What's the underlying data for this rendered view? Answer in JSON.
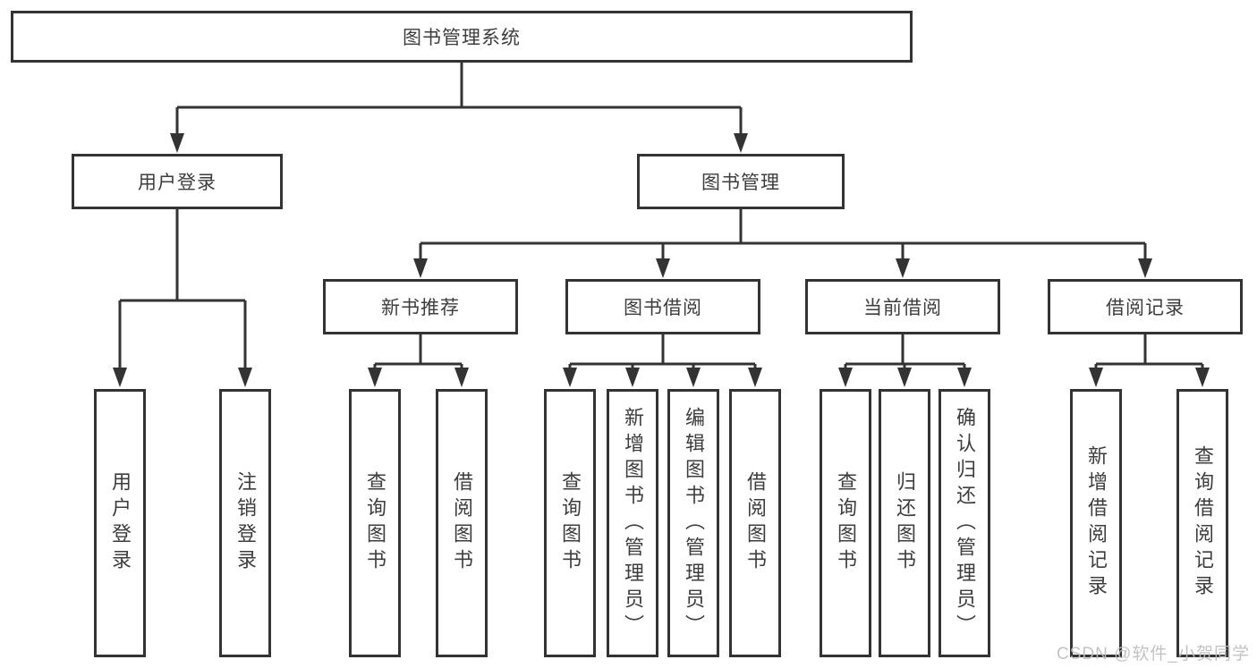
{
  "diagram": {
    "root": {
      "label": "图书管理系统"
    },
    "level2": {
      "login": {
        "label": "用户登录"
      },
      "management": {
        "label": "图书管理"
      }
    },
    "level3": {
      "recommend": {
        "label": "新书推荐"
      },
      "borrow": {
        "label": "图书借阅"
      },
      "current": {
        "label": "当前借阅"
      },
      "records": {
        "label": "借阅记录"
      }
    },
    "leaves": {
      "login": [
        "用户登录",
        "注销登录"
      ],
      "recommend": [
        "查询图书",
        "借阅图书"
      ],
      "borrow": [
        "查询图书",
        "新增图书（管理员）",
        "编辑图书（管理员）",
        "借阅图书"
      ],
      "current": [
        "查询图书",
        "归还图书",
        "确认归还（管理员）"
      ],
      "records": [
        "新增借阅记录",
        "查询借阅记录"
      ]
    },
    "colors": {
      "line": "#333333",
      "text": "#3d3d3d",
      "watermark": "#bebebe",
      "background": "#ffffff"
    }
  },
  "watermark": {
    "text": "CSDN @软件_小贺同学"
  }
}
